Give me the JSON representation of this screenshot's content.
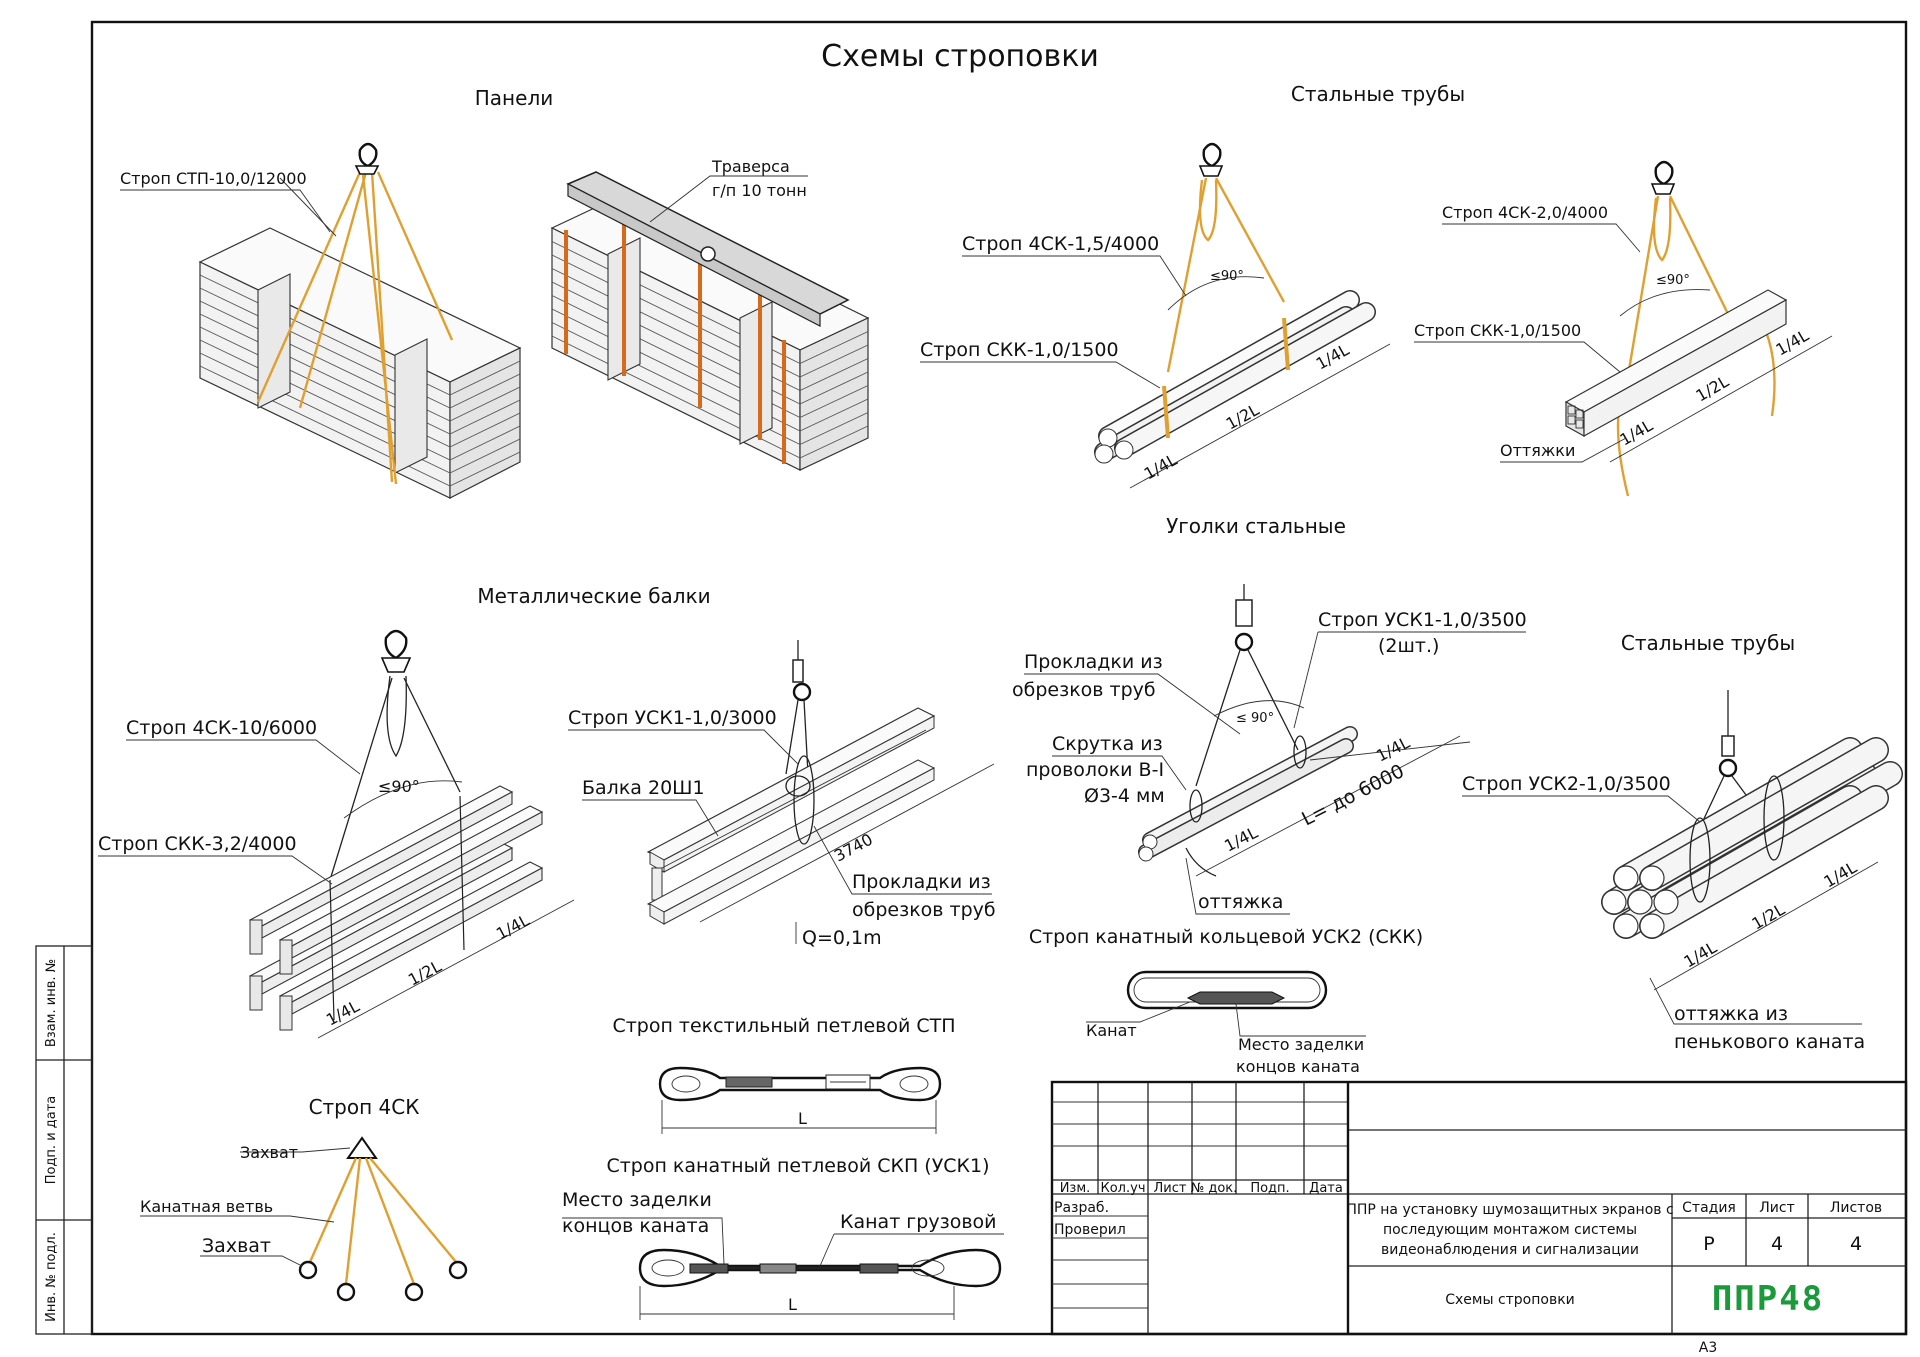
{
  "title": "Схемы строповки",
  "colors": {
    "rope": "#e0a030",
    "band": "#d46a1a",
    "logo": "#1a9a3a",
    "line": "#222222"
  },
  "sections": {
    "panels": {
      "heading": "Панели",
      "sling_label": "Строп СТП-10,0/12000",
      "traverse_label_1": "Траверса",
      "traverse_label_2": "г/п 10 тонн"
    },
    "steel_pipes_top": {
      "heading": "Стальные трубы",
      "sling_4sk": "Строп 4СК-1,5/4000",
      "sling_skk": "Строп СКК-1,0/1500",
      "angle": "≤90°",
      "dims": [
        "1/4L",
        "1/2L",
        "1/4L"
      ]
    },
    "steel_angles": {
      "heading": "Уголки стальные",
      "sling_4sk": "Строп 4СК-2,0/4000",
      "sling_skk": "Строп СКК-1,0/1500",
      "guys": "Оттяжки",
      "angle": "≤90°",
      "dims": [
        "1/4L",
        "1/2L",
        "1/4L"
      ]
    },
    "metal_beams": {
      "heading": "Металлические балки",
      "sling_4sk": "Строп 4СК-10/6000",
      "sling_skk": "Строп СКК-3,2/4000",
      "angle": "≤90°",
      "dims": [
        "1/4L",
        "1/2L",
        "1/4L"
      ]
    },
    "beam_single": {
      "sling": "Строп УСК1-1,0/3000",
      "beam": "Балка 20Ш1",
      "length": "3740",
      "pads_1": "Прокладки из",
      "pads_2": "обрезков труб",
      "mass": "Q=0,1m"
    },
    "pipes_bundle": {
      "pads_1": "Прокладки из",
      "pads_2": "обрезков труб",
      "twist_1": "Скрутка из",
      "twist_2": "проволоки В-I",
      "twist_3": "Ø3-4 мм",
      "sling_1": "Строп УСК1-1,0/3500",
      "sling_2": "(2шт.)",
      "angle": "≤ 90°",
      "length": "L= до 6000",
      "dim_a": "1/4L",
      "dim_b": "1/4L",
      "guy": "оттяжка"
    },
    "steel_pipes_right": {
      "heading": "Стальные трубы",
      "sling": "Строп УСК2-1,0/3500",
      "dims": [
        "1/4L",
        "1/2L",
        "1/4L"
      ],
      "guy_1": "оттяжка из",
      "guy_2": "пенькового каната"
    },
    "ring_sling": {
      "heading": "Строп канатный кольцевой УСК2 (СКК)",
      "rope": "Канат",
      "splice_1": "Место заделки",
      "splice_2": "концов каната"
    },
    "textile_sling": {
      "heading": "Строп текстильный петлевой СТП",
      "dim": "L"
    },
    "rope_loop_sling": {
      "heading": "Строп канатный петлевой СКП (УСК1)",
      "splice_1": "Место заделки",
      "splice_2": "концов каната",
      "cargo_rope": "Канат грузовой",
      "dim": "L"
    },
    "four_leg": {
      "heading": "Строп 4СК",
      "grab_top": "Захват",
      "branch": "Канатная ветвь",
      "grab_bottom": "Захват"
    }
  },
  "side_stamp": [
    "Взам. инв. №",
    "Подп. и дата",
    "Инв. № подл."
  ],
  "title_block": {
    "cols": [
      "Изм.",
      "Кол.уч",
      "Лист",
      "№ док.",
      "Подп.",
      "Дата"
    ],
    "rows": [
      "Разраб.",
      "Проверил"
    ],
    "project_1": "ППР на установку шумозащитных экранов с",
    "project_2": "последующим монтажом системы",
    "project_3": "видеонаблюдения и сигнализации",
    "sheet_title": "Схемы строповки",
    "stage_label": "Стадия",
    "sheet_label": "Лист",
    "sheets_label": "Листов",
    "stage": "Р",
    "sheet": "4",
    "sheets": "4",
    "logo": "ППР48",
    "format": "А3"
  }
}
